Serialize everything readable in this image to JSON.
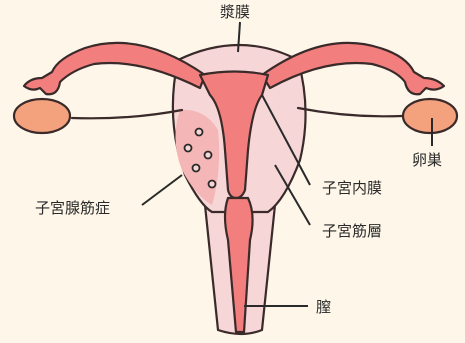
{
  "labels": {
    "serosa": "漿膜",
    "ovary": "卵巣",
    "endometrium": "子宮内膜",
    "myometrium": "子宮筋層",
    "adenomyosis": "子宮腺筋症",
    "vagina": "膣"
  },
  "colors": {
    "background": "#fdf6e9",
    "uterus_wall": "#f6d6d6",
    "endometrium": "#f27f7d",
    "ovary": "#f4a27e",
    "lesion_area": "#f4b6b6",
    "outline": "#3a2a2a"
  }
}
